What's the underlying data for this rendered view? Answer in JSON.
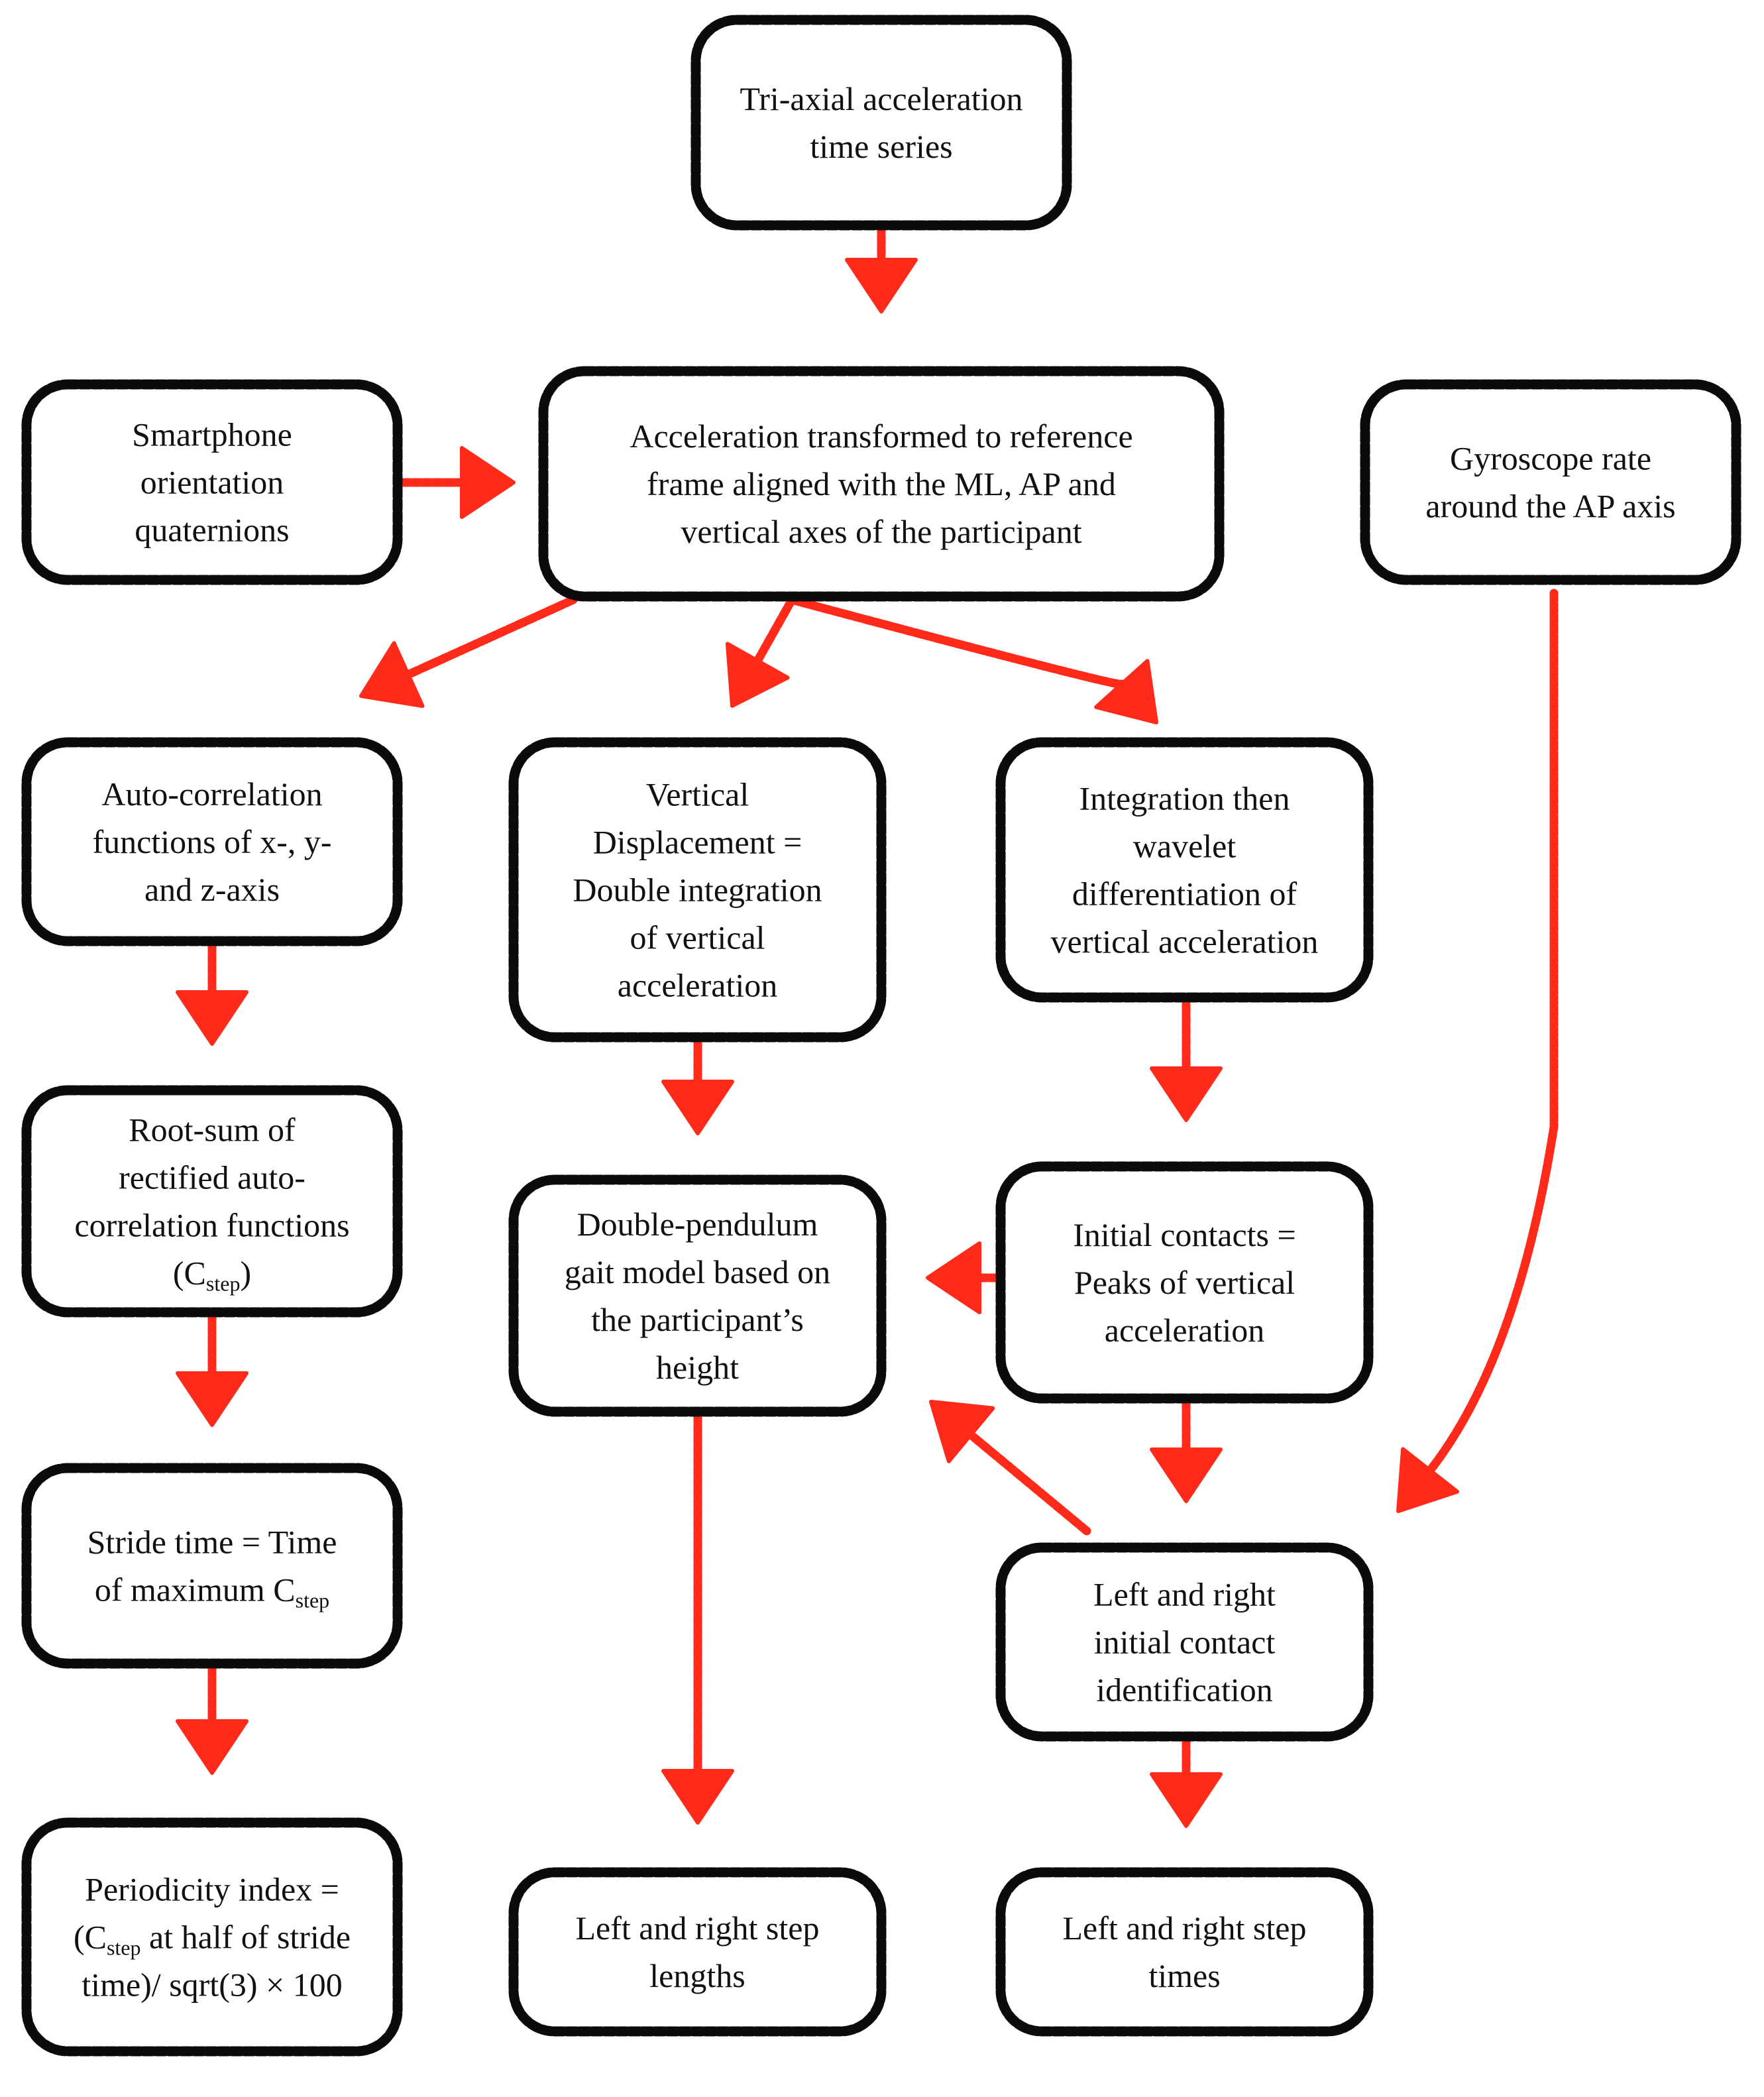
{
  "colors": {
    "arrow": "#ff2a1a",
    "box_border": "#0b0b0b",
    "text": "#111111",
    "background": "#ffffff"
  },
  "nodes": [
    {
      "id": "tri_axial",
      "lines": [
        "Tri-axial acceleration",
        "time series"
      ]
    },
    {
      "id": "orientation",
      "lines": [
        "Smartphone",
        "orientation",
        "quaternions"
      ]
    },
    {
      "id": "transform",
      "lines": [
        "Acceleration transformed to reference",
        "frame aligned with the ML, AP and",
        "vertical axes of the participant"
      ]
    },
    {
      "id": "gyroscope",
      "lines": [
        "Gyroscope rate",
        "around the AP axis"
      ]
    },
    {
      "id": "autocorr",
      "lines": [
        "Auto-correlation",
        "functions of x-, y-",
        "and z-axis"
      ]
    },
    {
      "id": "vertical_disp",
      "lines": [
        "Vertical",
        "Displacement =",
        "Double integration",
        "of vertical",
        "acceleration"
      ]
    },
    {
      "id": "integration",
      "lines": [
        "Integration then",
        "wavelet",
        "differentiation of",
        "vertical acceleration"
      ]
    },
    {
      "id": "root_sum",
      "lines": [
        "Root-sum of",
        "rectified auto-",
        "correlation functions"
      ],
      "sub_line": {
        "open": "(C",
        "sub": "step",
        "close": ")"
      }
    },
    {
      "id": "double_pendulum",
      "lines": [
        "Double-pendulum",
        "gait model based on",
        "the participant’s",
        "height"
      ]
    },
    {
      "id": "initial_contacts",
      "lines": [
        "Initial contacts =",
        "Peaks of vertical",
        "acceleration"
      ]
    },
    {
      "id": "stride_time",
      "lines": [
        "Stride time = Time"
      ],
      "sub_line": {
        "open": "of maximum C",
        "sub": "step",
        "close": ""
      }
    },
    {
      "id": "left_right_ic",
      "lines": [
        "Left and right",
        "initial contact",
        "identification"
      ]
    },
    {
      "id": "periodicity",
      "lines": [
        "Periodicity index ="
      ],
      "sub_line": {
        "open": "(C",
        "sub": "step",
        "close": " at half of stride"
      },
      "tail_lines": [
        "time)/ sqrt(3) × 100"
      ]
    },
    {
      "id": "step_lengths",
      "lines": [
        "Left and right step",
        "lengths"
      ]
    },
    {
      "id": "step_times",
      "lines": [
        "Left and right step",
        "times"
      ]
    }
  ],
  "edges": [
    {
      "from": "tri_axial",
      "to": "transform"
    },
    {
      "from": "orientation",
      "to": "transform"
    },
    {
      "from": "transform",
      "to": "autocorr"
    },
    {
      "from": "transform",
      "to": "vertical_disp"
    },
    {
      "from": "transform",
      "to": "integration"
    },
    {
      "from": "autocorr",
      "to": "root_sum"
    },
    {
      "from": "root_sum",
      "to": "stride_time"
    },
    {
      "from": "stride_time",
      "to": "periodicity"
    },
    {
      "from": "vertical_disp",
      "to": "double_pendulum"
    },
    {
      "from": "integration",
      "to": "initial_contacts"
    },
    {
      "from": "initial_contacts",
      "to": "double_pendulum"
    },
    {
      "from": "initial_contacts",
      "to": "left_right_ic"
    },
    {
      "from": "gyroscope",
      "to": "left_right_ic"
    },
    {
      "from": "left_right_ic",
      "to": "double_pendulum"
    },
    {
      "from": "double_pendulum",
      "to": "step_lengths"
    },
    {
      "from": "left_right_ic",
      "to": "step_times"
    }
  ]
}
